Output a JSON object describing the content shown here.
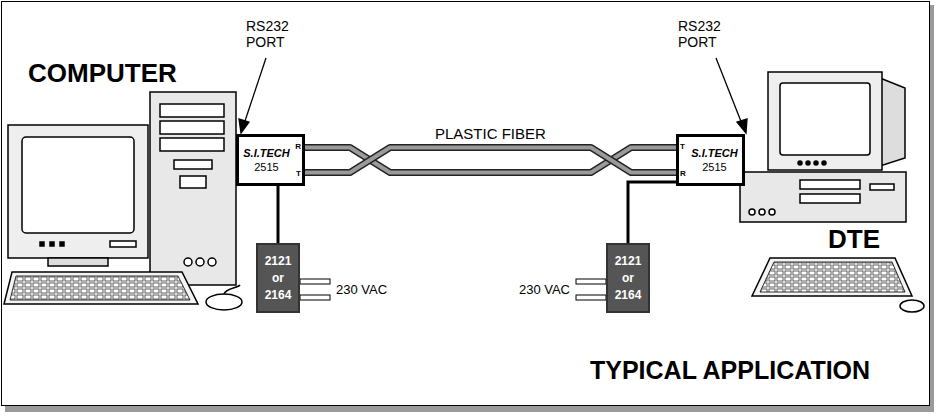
{
  "diagram": {
    "title": "TYPICAL APPLICATION",
    "nodes": [
      {
        "text": [
          "S.I.TECH",
          "2515",
          "R",
          "T"
        ]
      },
      {
        "text": [
          "S.I.TECH",
          "2515",
          "T",
          "R"
        ]
      },
      {
        "text": [
          "2121 or 2164"
        ]
      },
      {
        "text": [
          "2121 or 2164"
        ]
      }
    ],
    "edges": [
      {
        "from": 0,
        "to": 1,
        "arrow": "none",
        "label": "PLASTIC FIBER"
      },
      {
        "from": 0,
        "to": 1,
        "arrow": "none"
      },
      {
        "from": 2,
        "to": 0,
        "arrow": "none"
      },
      {
        "from": 3,
        "to": 1,
        "arrow": "none"
      }
    ],
    "labels": [
      "COMPUTER",
      "RS232 PORT",
      "RS232 PORT",
      "230 VAC",
      "230 VAC",
      "DTE"
    ]
  }
}
